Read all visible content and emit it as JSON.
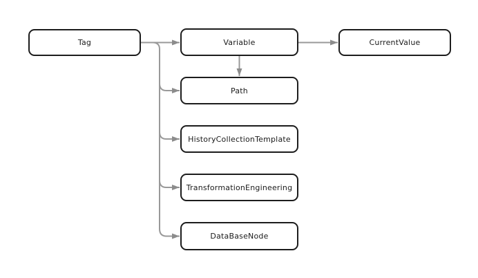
{
  "diagram": {
    "nodes": [
      {
        "id": "tag",
        "label": "Tag"
      },
      {
        "id": "variable",
        "label": "Variable"
      },
      {
        "id": "current_value",
        "label": "CurrentValue"
      },
      {
        "id": "path",
        "label": "Path"
      },
      {
        "id": "history_collection_template",
        "label": "HistoryCollectionTemplate"
      },
      {
        "id": "transformation_engineering",
        "label": "TransformationEngineering"
      },
      {
        "id": "database_node",
        "label": "DataBaseNode"
      }
    ],
    "edges": [
      {
        "from": "Tag",
        "to": "Variable"
      },
      {
        "from": "Variable",
        "to": "CurrentValue"
      },
      {
        "from": "Variable",
        "to": "Path"
      },
      {
        "from": "Tag",
        "to": "Path"
      },
      {
        "from": "Tag",
        "to": "HistoryCollectionTemplate"
      },
      {
        "from": "Tag",
        "to": "TransformationEngineering"
      },
      {
        "from": "Tag",
        "to": "DataBaseNode"
      }
    ],
    "colors": {
      "background": "#ffffff",
      "node_fill": "#ffffff",
      "node_border": "#1c1c1c",
      "text": "#1a1a1a",
      "connector": "#999999",
      "arrowhead": "#8c8c8c"
    }
  }
}
